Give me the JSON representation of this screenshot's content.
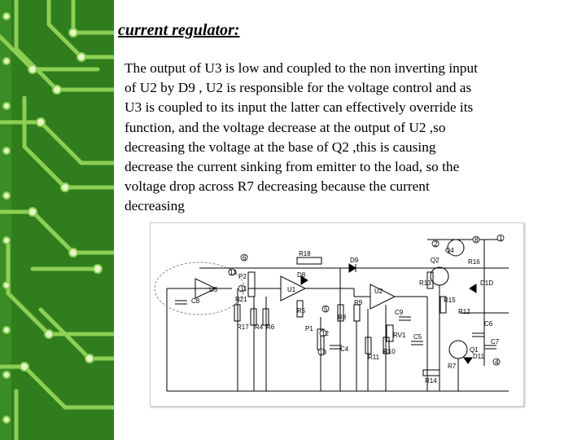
{
  "slide": {
    "title": "current regulator:",
    "body": "The output of U3 is low and  coupled to the non inverting input\nof U2 by D9 , U2 is responsible for the voltage control and as\nU3 is coupled to its input the latter can effectively override its\nfunction, and the voltage decrease at the output of U2 ,so\ndecreasing the voltage at the base of Q2 ,this is causing\ndecrease the current sinking from emitter to the load, so the\nvoltage drop across R7 decreasing because the current\n decreasing"
  },
  "schematic": {
    "labels": [
      "R18",
      "D9",
      "D8",
      "U1",
      "U2",
      "Q2",
      "R16",
      "R13",
      "D1D",
      "R15",
      "R12",
      "C6",
      "C7",
      "U3",
      "C8",
      "R21",
      "P2",
      "R17",
      "R4",
      "R6",
      "R5",
      "R8",
      "R9",
      "C9",
      "RV1",
      "C5",
      "Q1",
      "P1",
      "C4",
      "R11",
      "R10",
      "D11",
      "R7",
      "R14",
      "Q4"
    ],
    "node_numbers": [
      "6",
      "13",
      "11",
      "5",
      "12",
      "10",
      "2",
      "1",
      "4",
      "8"
    ]
  },
  "colors": {
    "background_green": "#2f7d1d",
    "trace_green": "#8ccf54",
    "pad": "#e6f5c8"
  }
}
